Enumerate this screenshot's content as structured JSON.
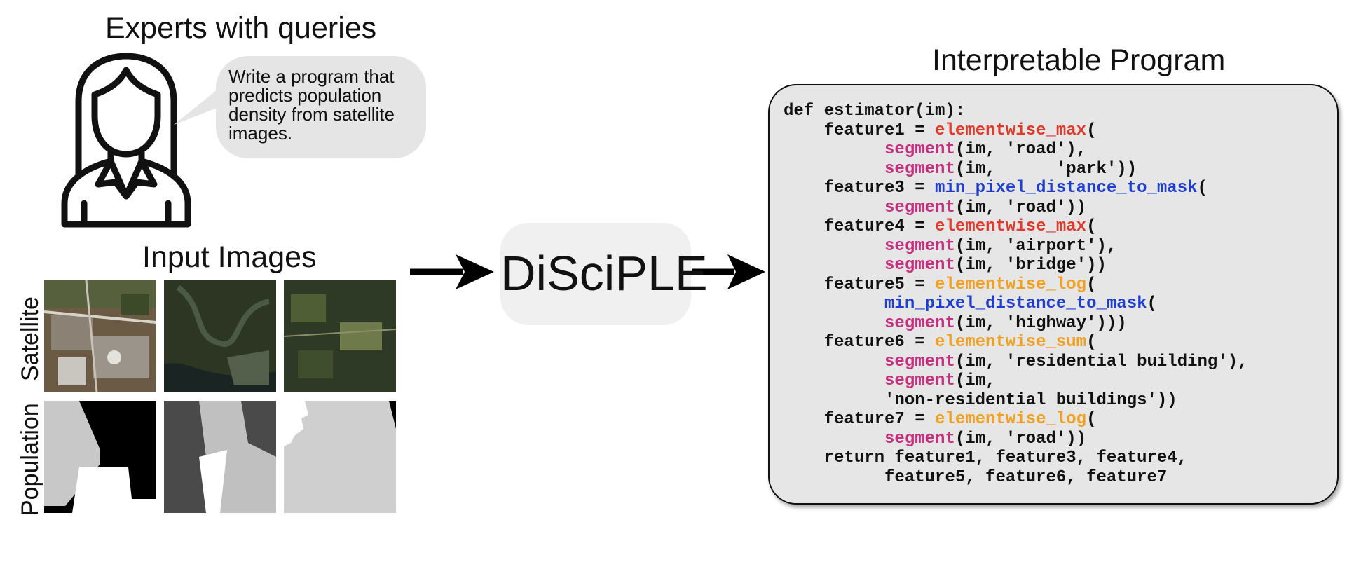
{
  "titles": {
    "experts": "Experts with queries",
    "input_images": "Input Images",
    "program": "Interpretable Program"
  },
  "query": "Write a program that predicts population density from satellite images.",
  "row_labels": {
    "satellite": "Satellite",
    "population": "Population"
  },
  "method": "DiSciPLE",
  "colors": {
    "elementwise_max": "#e03a2a",
    "segment": "#c5307f",
    "min_pixel_distance_to_mask": "#1f3fd1",
    "elementwise_log_sum": "#f2a020",
    "program_background": "#e6e6e6",
    "bubble_background": "#e5e5e5"
  },
  "icons": [
    "person-icon",
    "arrow-right-icon"
  ],
  "program": {
    "lines": [
      [
        {
          "t": "def estimator(im):"
        }
      ],
      [
        {
          "t": "    feature1 = "
        },
        {
          "t": "elementwise_max",
          "c": "c-max"
        },
        {
          "t": "("
        }
      ],
      [
        {
          "t": "          "
        },
        {
          "t": "segment",
          "c": "c-seg"
        },
        {
          "t": "(im, 'road'),"
        }
      ],
      [
        {
          "t": "          "
        },
        {
          "t": "segment",
          "c": "c-seg"
        },
        {
          "t": "(im,      'park'))"
        }
      ],
      [
        {
          "t": "    feature3 = "
        },
        {
          "t": "min_pixel_distance_to_mask",
          "c": "c-dist"
        },
        {
          "t": "("
        }
      ],
      [
        {
          "t": "          "
        },
        {
          "t": "segment",
          "c": "c-seg"
        },
        {
          "t": "(im, 'road'))"
        }
      ],
      [
        {
          "t": "    feature4 = "
        },
        {
          "t": "elementwise_max",
          "c": "c-max"
        },
        {
          "t": "("
        }
      ],
      [
        {
          "t": "          "
        },
        {
          "t": "segment",
          "c": "c-seg"
        },
        {
          "t": "(im, 'airport'),"
        }
      ],
      [
        {
          "t": "          "
        },
        {
          "t": "segment",
          "c": "c-seg"
        },
        {
          "t": "(im, 'bridge'))"
        }
      ],
      [
        {
          "t": "    feature5 = "
        },
        {
          "t": "elementwise_log",
          "c": "c-log"
        },
        {
          "t": "("
        }
      ],
      [
        {
          "t": "          "
        },
        {
          "t": "min_pixel_distance_to_mask",
          "c": "c-dist"
        },
        {
          "t": "("
        }
      ],
      [
        {
          "t": "          "
        },
        {
          "t": "segment",
          "c": "c-seg"
        },
        {
          "t": "(im, 'highway')))"
        }
      ],
      [
        {
          "t": "    feature6 = "
        },
        {
          "t": "elementwise_sum",
          "c": "c-log"
        },
        {
          "t": "("
        }
      ],
      [
        {
          "t": "          "
        },
        {
          "t": "segment",
          "c": "c-seg"
        },
        {
          "t": "(im, 'residential building'),"
        }
      ],
      [
        {
          "t": "          "
        },
        {
          "t": "segment",
          "c": "c-seg"
        },
        {
          "t": "(im,"
        }
      ],
      [
        {
          "t": "          'non-residential buildings'))"
        }
      ],
      [
        {
          "t": "    feature7 = "
        },
        {
          "t": "elementwise_log",
          "c": "c-log"
        },
        {
          "t": "("
        }
      ],
      [
        {
          "t": "          "
        },
        {
          "t": "segment",
          "c": "c-seg"
        },
        {
          "t": "(im, 'road'))"
        }
      ],
      [
        {
          "t": "    return feature1, feature3, feature4,"
        }
      ],
      [
        {
          "t": "          feature5, feature6, feature7"
        }
      ]
    ]
  }
}
